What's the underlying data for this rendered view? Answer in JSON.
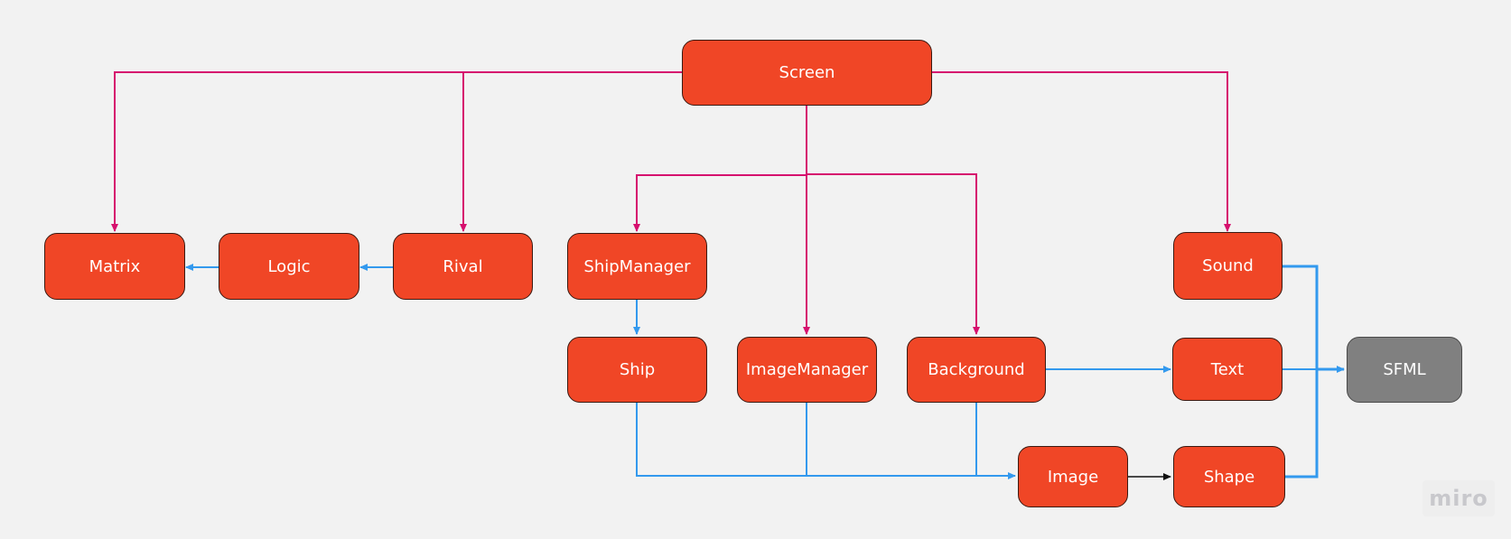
{
  "diagram": {
    "nodes": {
      "screen": "Screen",
      "matrix": "Matrix",
      "logic": "Logic",
      "rival": "Rival",
      "ship_manager": "ShipManager",
      "ship": "Ship",
      "image_manager": "ImageManager",
      "background": "Background",
      "sound": "Sound",
      "text": "Text",
      "image": "Image",
      "shape": "Shape",
      "sfml": "SFML"
    },
    "colors": {
      "node_fill": "#f04626",
      "sfml_fill": "#808080",
      "magenta_edge": "#d6106e",
      "blue_edge": "#3399ee",
      "black_edge": "#111111",
      "background": "#f2f2f2"
    }
  },
  "watermark": "miro"
}
